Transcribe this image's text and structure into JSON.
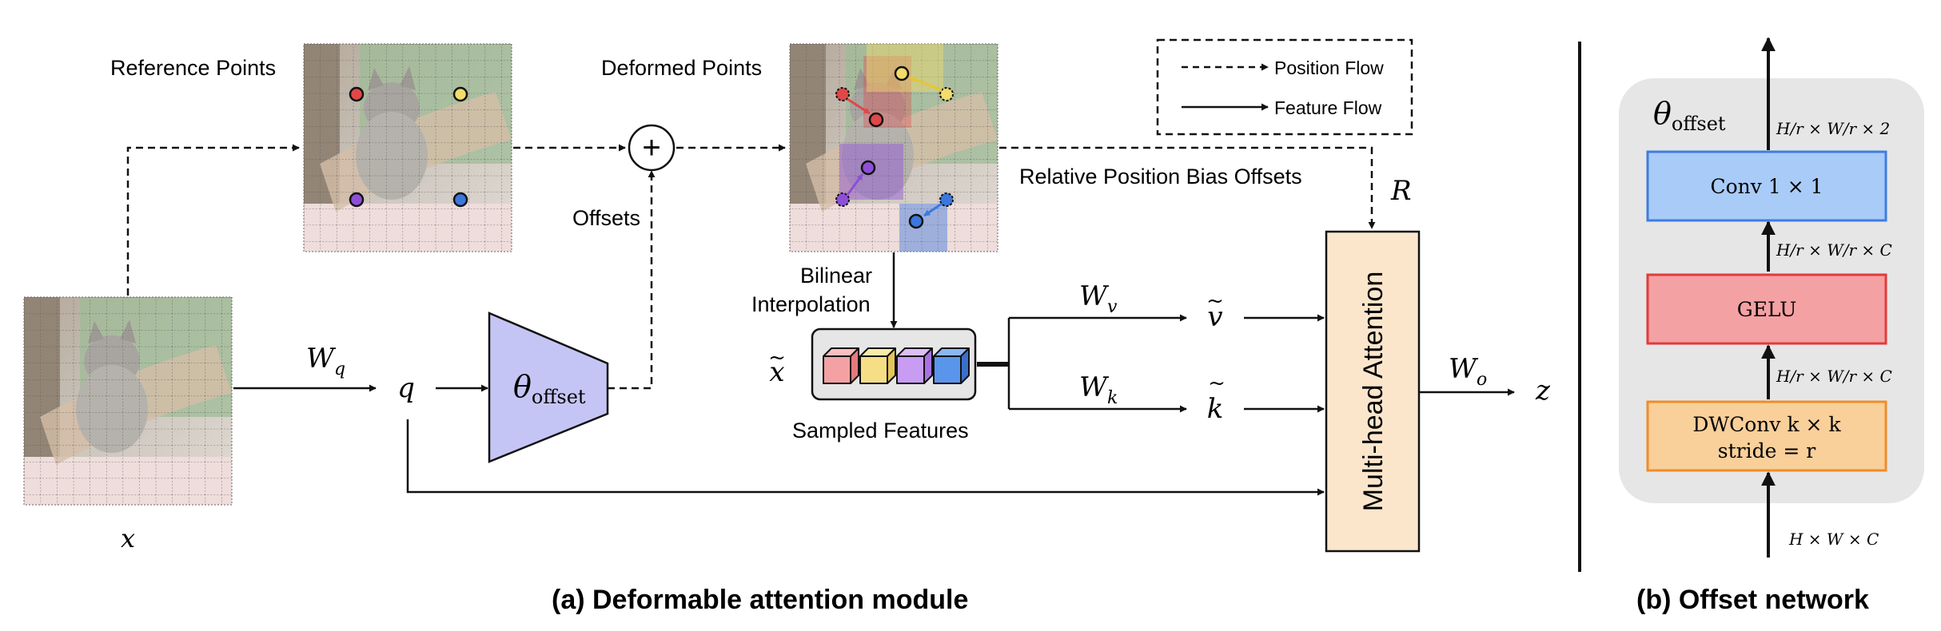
{
  "labels": {
    "reference_points": "Reference Points",
    "deformed_points": "Deformed Points",
    "offsets": "Offsets",
    "relative_position_bias_offsets": "Relative Position Bias Offsets",
    "bilinear": "Bilinear",
    "interpolation": "Interpolation",
    "sampled_features": "Sampled Features",
    "multi_head_attention": "Multi-head Attention"
  },
  "legend": {
    "position_flow": "Position Flow",
    "feature_flow": "Feature Flow"
  },
  "math": {
    "x": "x",
    "x_tilde": "x",
    "q": "q",
    "W_q": {
      "base": "W",
      "sub": "q"
    },
    "W_v": {
      "base": "W",
      "sub": "v"
    },
    "W_k": {
      "base": "W",
      "sub": "k"
    },
    "W_o": {
      "base": "W",
      "sub": "o"
    },
    "v_tilde": "v",
    "k_tilde": "k",
    "z": "z",
    "R": "R",
    "theta_offset": {
      "base": "θ",
      "sub": "offset"
    },
    "plus": "+"
  },
  "offset_network": {
    "title": {
      "base": "θ",
      "sub": "offset"
    },
    "blocks": {
      "conv": "Conv 1 × 1",
      "gelu": "GELU",
      "dwconv_line1": "DWConv k × k",
      "dwconv_line2": "stride = r"
    },
    "dims": {
      "top": "H/r × W/r × 2",
      "mid1": "H/r × W/r × C",
      "mid2": "H/r × W/r × C",
      "input": "H × W × C"
    }
  },
  "captions": {
    "a": "(a)  Deformable attention module",
    "b": "(b)  Offset network"
  },
  "colors": {
    "theta_fill": "#c5c5f5",
    "attention_fill": "#fbe6cc",
    "conv_fill": "#a9cbf7",
    "conv_stroke": "#3f7de0",
    "gelu_fill": "#f4a1a3",
    "gelu_stroke": "#e23b3b",
    "dwconv_fill": "#f9cf9a",
    "dwconv_stroke": "#ef8d2a",
    "panel_b_bg": "#e6e6e6",
    "point_red": "#e04848",
    "point_yellow": "#f2dc6a",
    "point_purple": "#8e4fd8",
    "point_blue": "#3b78dd"
  }
}
